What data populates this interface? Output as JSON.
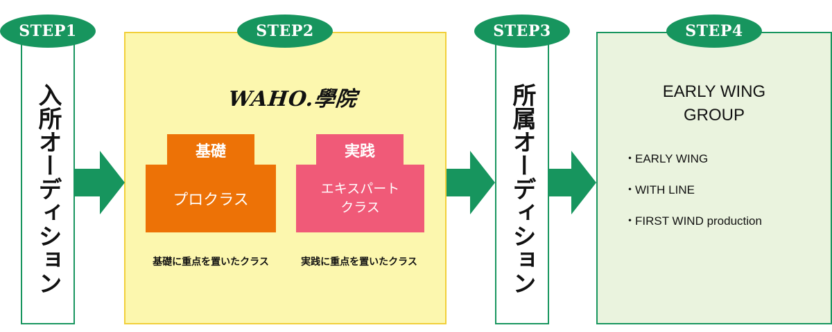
{
  "steps": {
    "step1": {
      "label": "STEP1",
      "text": "入所オーディション"
    },
    "step2": {
      "label": "STEP2",
      "logo": "WAHO.學院",
      "left_course": {
        "tab": "基礎",
        "name": "プロクラス",
        "caption": "基礎に重点を置いたクラス"
      },
      "right_course": {
        "tab": "実践",
        "name_line1": "エキスパート",
        "name_line2": "クラス",
        "caption": "実践に重点を置いたクラス"
      }
    },
    "step3": {
      "label": "STEP3",
      "text": "所属オーディション"
    },
    "step4": {
      "label": "STEP4",
      "title_line1": "EARLY WING",
      "title_line2": "GROUP",
      "bullet": "・",
      "items": [
        "EARLY WING",
        "WITH LINE",
        "FIRST WIND production"
      ]
    }
  },
  "colors": {
    "green": "#17955e",
    "yellow_bg": "#fcf7ae",
    "yellow_border": "#f1cf3a",
    "orange": "#ed7206",
    "pink": "#f05a78",
    "light_green_bg": "#eaf3de"
  }
}
